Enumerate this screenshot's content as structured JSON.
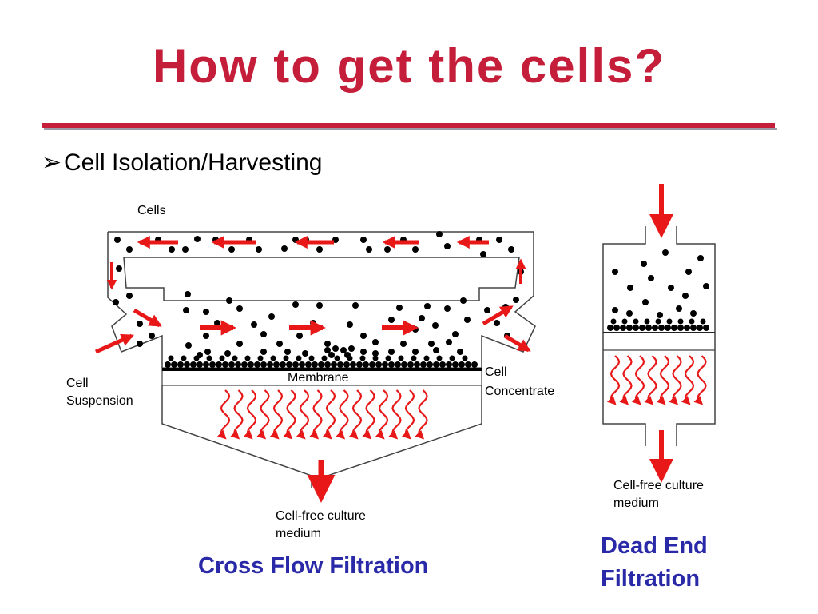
{
  "slide": {
    "title": "How to get the cells?",
    "bullet_mark": "➢",
    "bullet": "Cell Isolation/Harvesting",
    "accent_color": "#c41e3a",
    "caption_color": "#2a2aa8"
  },
  "cross_flow": {
    "label_cells": "Cells",
    "label_membrane": "Membrane",
    "label_suspension": [
      "Cell",
      "Suspension"
    ],
    "label_concentrate": [
      "Cell",
      "Concentrate"
    ],
    "label_output": [
      "Cell-free culture",
      "medium"
    ],
    "caption": "Cross Flow Filtration"
  },
  "dead_end": {
    "label_output": [
      "Cell-free culture",
      "medium"
    ],
    "caption": [
      "Dead End",
      "Filtration"
    ]
  }
}
